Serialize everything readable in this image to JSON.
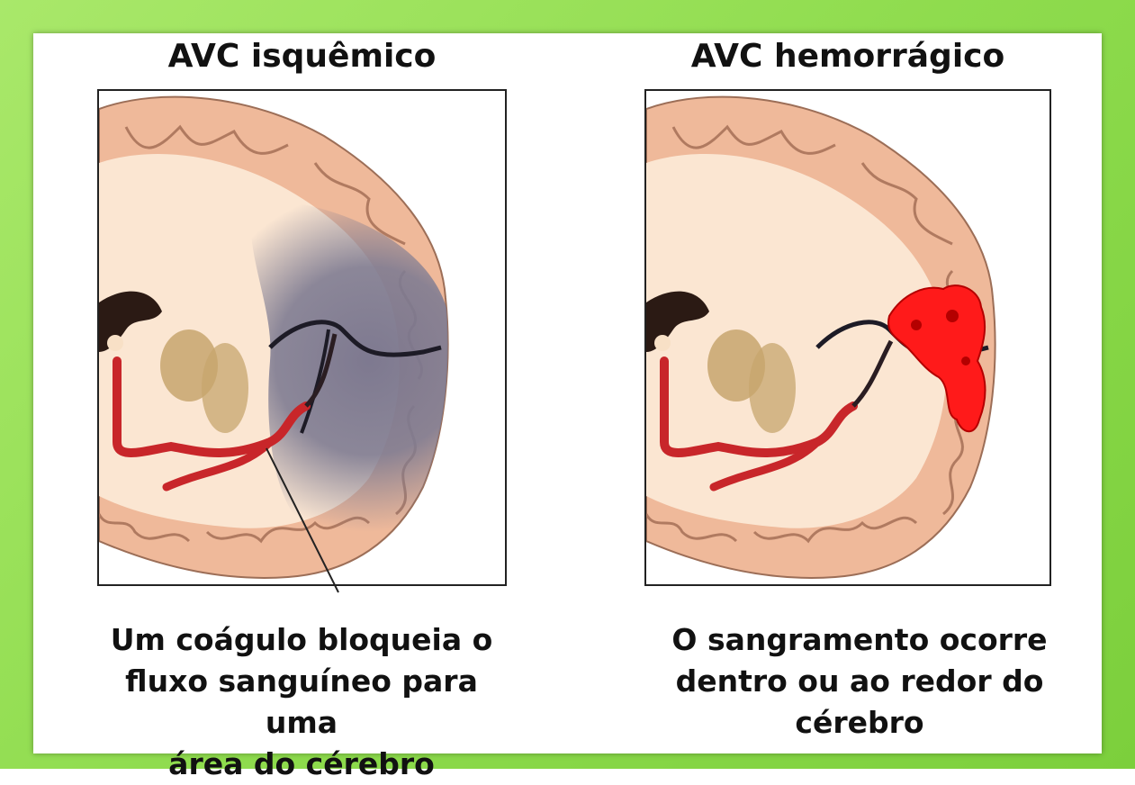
{
  "left_panel": {
    "title": "AVC isquêmico",
    "caption_lines": [
      "Um coágulo bloqueia o",
      "fluxo sanguíneo para uma",
      "área do cérebro"
    ]
  },
  "right_panel": {
    "title": "AVC hemorrágico",
    "caption_lines": [
      "O sangramento ocorre",
      "dentro ou ao redor do",
      "cérebro"
    ]
  },
  "colors": {
    "frame_green": "#8fdc4e",
    "cortex": "#efb99a",
    "white_matter": "#fbe6d2",
    "ischemic_zone": "#7f7c92",
    "artery": "#c8262a",
    "hemorrhage": "#ff1a1a",
    "basal_ganglia": "#c7a56e"
  }
}
